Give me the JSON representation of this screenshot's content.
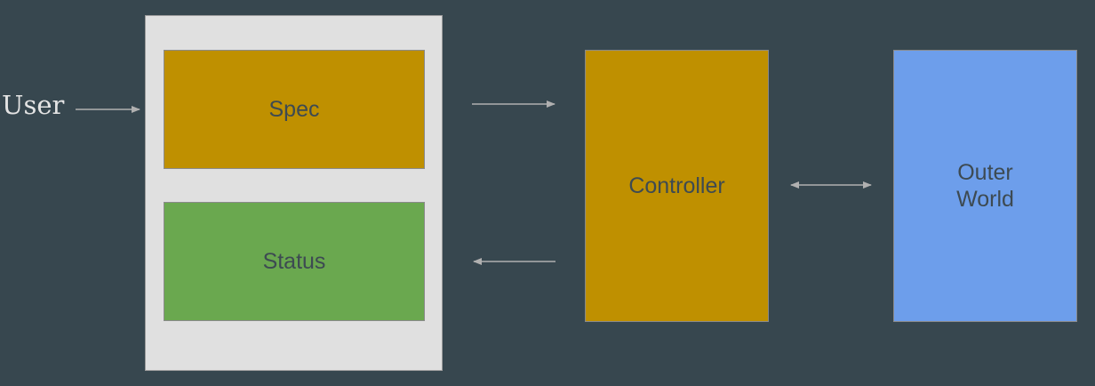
{
  "diagram": {
    "nodes": {
      "user": "User",
      "spec": "Spec",
      "status": "Status",
      "controller": "Controller",
      "outer_world": "Outer\nWorld"
    },
    "edges": [
      {
        "from": "User",
        "to": "Spec",
        "direction": "forward"
      },
      {
        "from": "Spec",
        "to": "Controller",
        "direction": "forward"
      },
      {
        "from": "Controller",
        "to": "Status",
        "direction": "forward"
      },
      {
        "from": "Controller",
        "to": "Outer World",
        "direction": "both"
      }
    ],
    "colors": {
      "background": "#37474f",
      "container": "#e0e0e0",
      "spec": "#bf9000",
      "status": "#6aa84f",
      "controller": "#bf9000",
      "outer_world": "#6d9eeb",
      "arrow": "#b0b0b0"
    }
  }
}
